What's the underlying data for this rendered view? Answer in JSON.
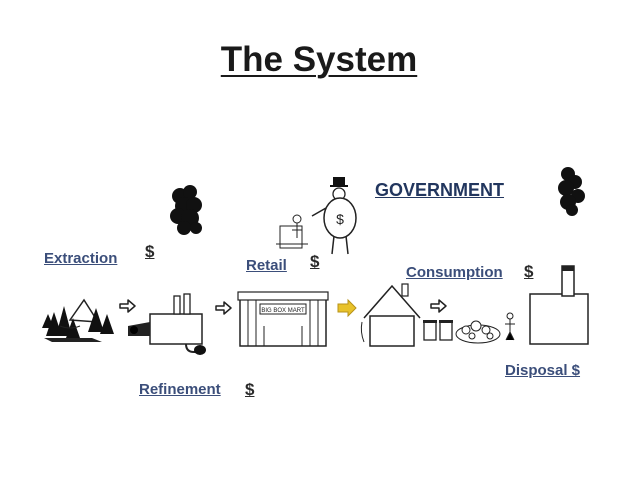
{
  "title": "The System",
  "labels": {
    "extraction": "Extraction",
    "refinement": "Refinement",
    "retail": "Retail",
    "consumption": "Consumption",
    "disposal": "Disposal $",
    "government": "GOVERNMENT",
    "dollar": "$"
  },
  "store_sign": "BIG BOX MART",
  "colors": {
    "label": "#3b4e7a",
    "government": "#22365e",
    "highlight_arrow": "#e8c22a",
    "ink": "#1a1a1a"
  }
}
